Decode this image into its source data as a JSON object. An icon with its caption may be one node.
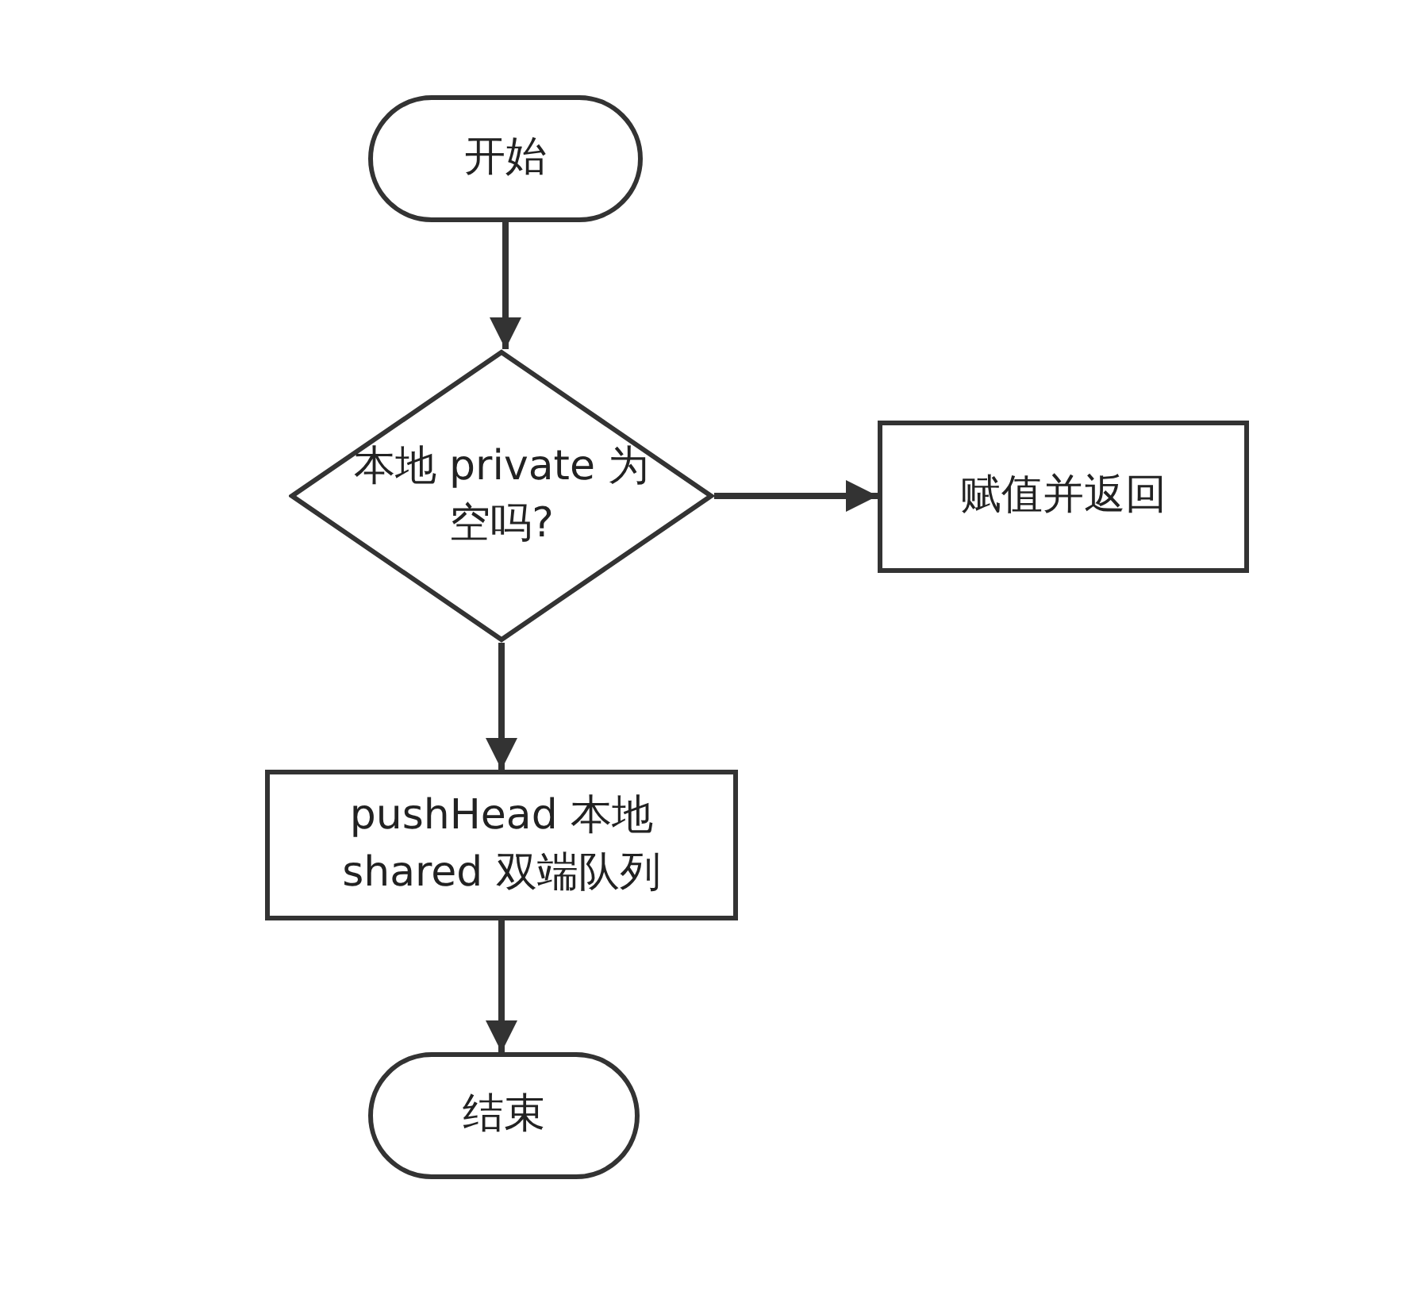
{
  "diagram": {
    "nodes": [
      {
        "text": [
          "开始"
        ]
      },
      {
        "text": [
          "本地 private 为空吗?"
        ]
      },
      {
        "text": [
          "赋值并返回"
        ]
      },
      {
        "text": [
          "pushHead 本地 shared 双端队列"
        ]
      },
      {
        "text": [
          "结束"
        ]
      }
    ],
    "edges": [
      {
        "from": 0,
        "to": 1,
        "arrow": "to"
      },
      {
        "from": 1,
        "to": 2,
        "arrow": "to"
      },
      {
        "from": 1,
        "to": 3,
        "arrow": "to"
      },
      {
        "from": 3,
        "to": 4,
        "arrow": "to"
      }
    ]
  }
}
